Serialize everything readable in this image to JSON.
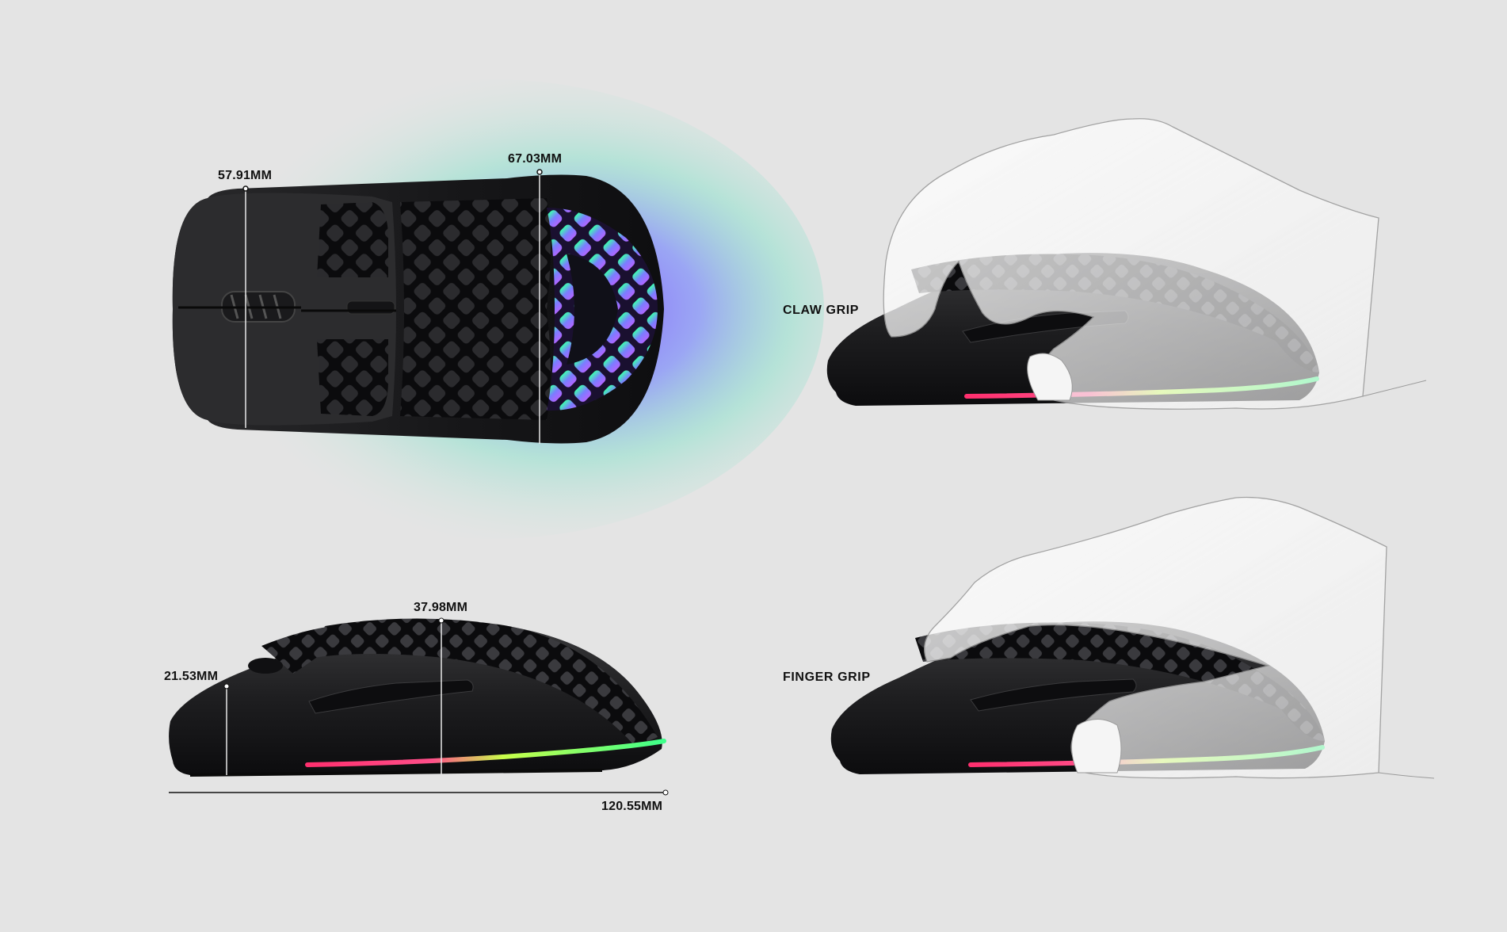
{
  "top_view": {
    "width_rear": "57.91MM",
    "width_front": "67.03MM"
  },
  "side_view": {
    "height_rear": "21.53MM",
    "height_peak": "37.98MM",
    "length": "120.55MM"
  },
  "grips": {
    "claw": "CLAW GRIP",
    "finger": "FINGER GRIP"
  },
  "colors": {
    "background": "#e4e4e4",
    "mouse_body": "#1c1c1e",
    "rgb_green": "#3dff8a",
    "rgb_purple": "#9a4dff",
    "rgb_pink": "#ff3b7a",
    "dimension_line": "#111111"
  }
}
